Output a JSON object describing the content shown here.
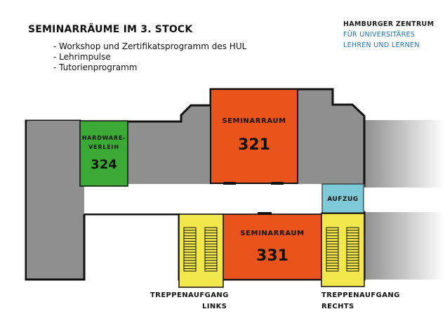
{
  "header": {
    "title": "SEMINARRÄUME IM 3. STOCK",
    "bullets": [
      "Workshop und Zertifikatsprogramm des HUL",
      "Lehrimpulse",
      "Tutorienprogramm"
    ]
  },
  "logo": {
    "line1": "HAMBURGER ZENTRUM",
    "line2": "FÜR UNIVERSITÄRES",
    "line3": "LEHREN UND LERNEN"
  },
  "rooms": {
    "r321": {
      "name": "SEMINARRAUM",
      "number": "321"
    },
    "r331": {
      "name": "SEMINARRAUM",
      "number": "331"
    },
    "r324": {
      "name_line1": "HARDWARE-",
      "name_line2": "VERLEIH",
      "number": "324"
    },
    "elevator": {
      "label": "AUFZUG"
    },
    "stairs_left": {
      "line1": "TREPPENAUFGANG",
      "line2": "LINKS"
    },
    "stairs_right": {
      "line1": "TREPPENAUFGANG",
      "line2": "RECHTS"
    }
  },
  "colors": {
    "building": "#8f8f8f",
    "seminar_room": "#e9541c",
    "hardware_room": "#3aa935",
    "elevator": "#7ec9d8",
    "staircase": "#f2e84e",
    "logo_blue": "#1e6fb5"
  }
}
